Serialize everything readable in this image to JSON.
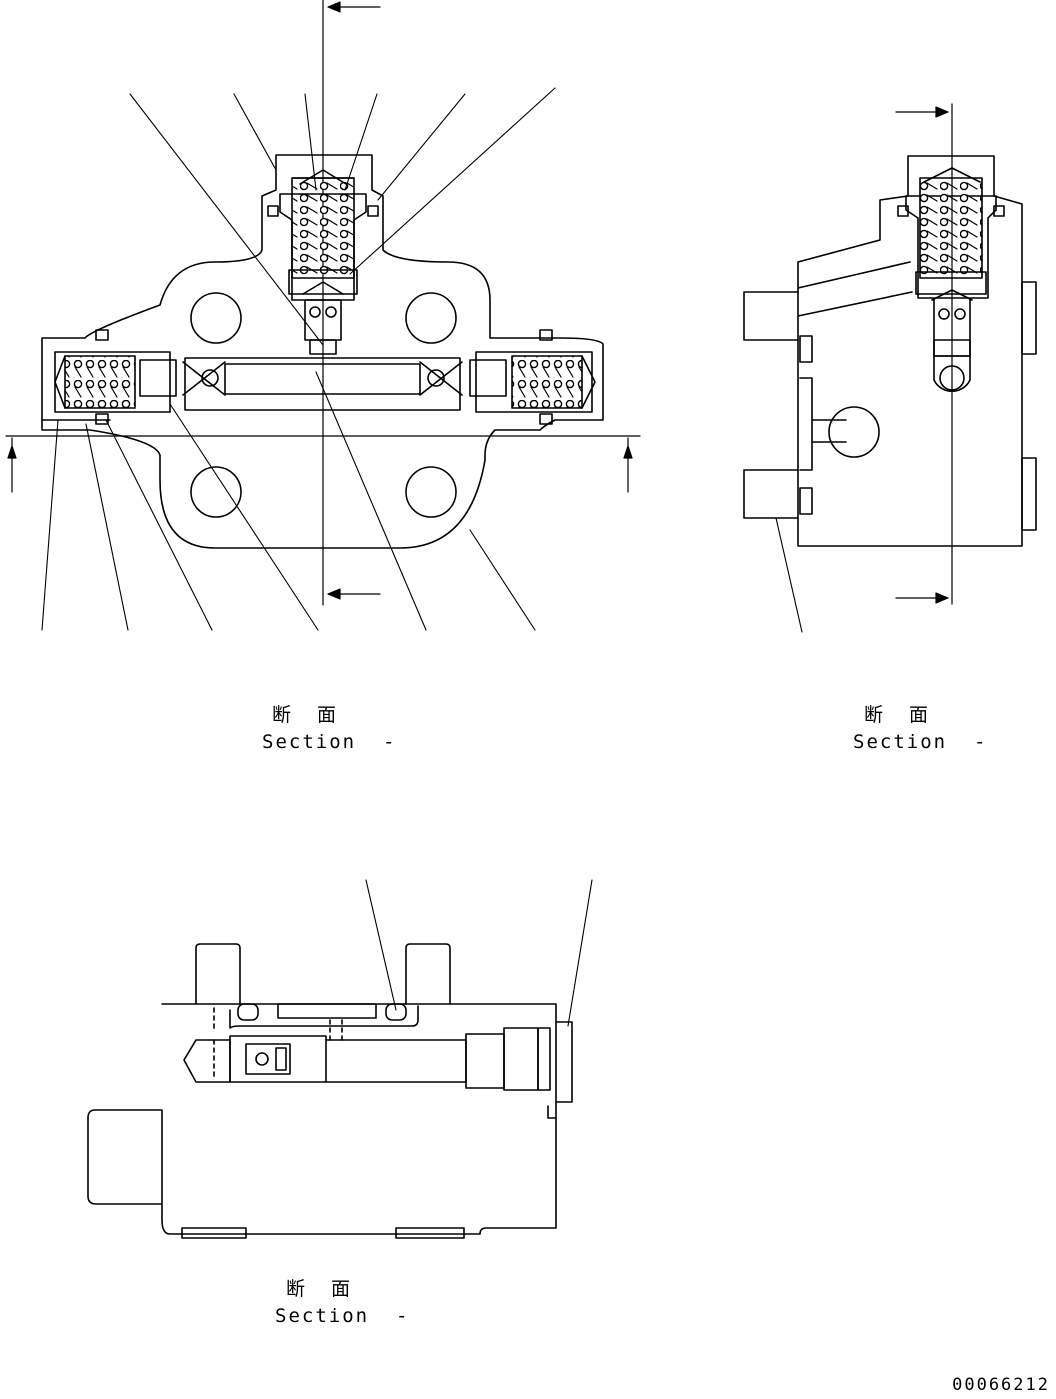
{
  "sections": [
    {
      "jp": "断 面",
      "en": "Section  -"
    },
    {
      "jp": "断 面",
      "en": "Section  -"
    },
    {
      "jp": "断 面",
      "en": "Section  -"
    }
  ],
  "drawing_number": "00066212"
}
